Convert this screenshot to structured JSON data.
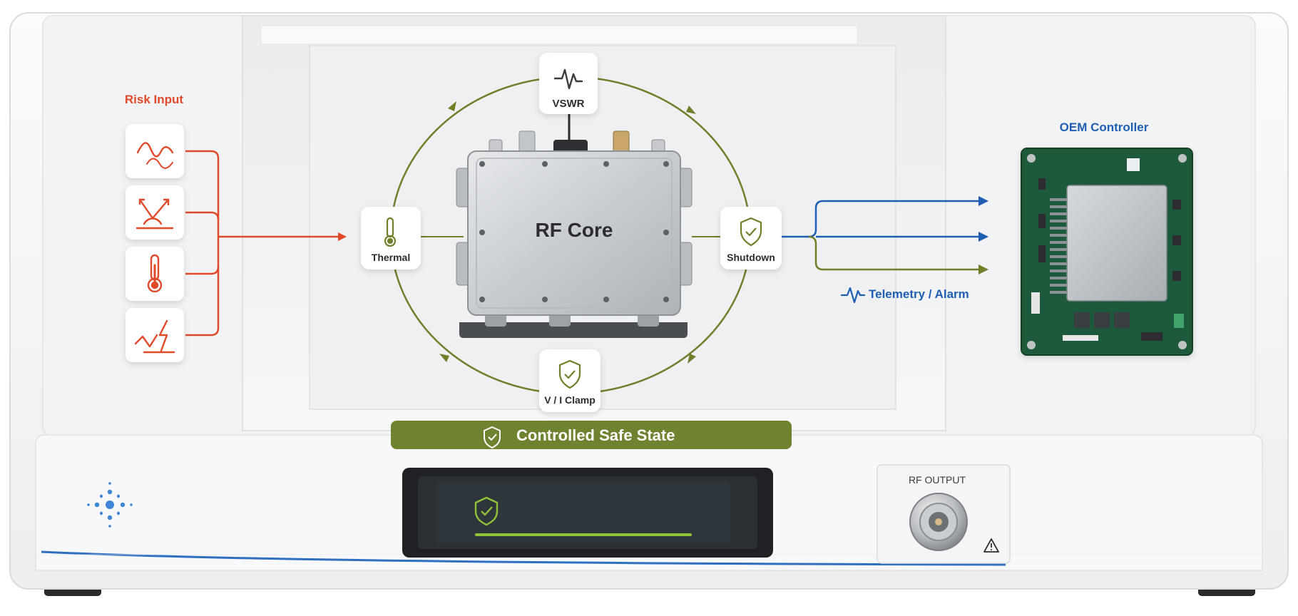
{
  "risk_input": {
    "title": "Risk Input",
    "icons": [
      "waveform-icon",
      "reflection-arrows-icon",
      "thermometer-icon",
      "surge-bolt-icon"
    ]
  },
  "core": {
    "label": "RF Core"
  },
  "protection_nodes": {
    "vswr": "VSWR",
    "thermal": "Thermal",
    "shutdown": "Shutdown",
    "clamp": "V / I Clamp"
  },
  "safe_state": {
    "label": "Controlled Safe State"
  },
  "controller": {
    "title": "OEM Controller"
  },
  "telemetry": {
    "label": "Telemetry / Alarm"
  },
  "front_panel": {
    "rf_output_label": "RF OUTPUT",
    "display_progress": 1.0
  },
  "colors": {
    "risk": "#e04a2a",
    "loop": "#6f7f2a",
    "telemetry": "#1e5fb4",
    "safe_bar": "#6f8230",
    "display_line": "#8fc43a",
    "brand": "#3f86d8",
    "blue_stripe": "#2f6fc0"
  }
}
